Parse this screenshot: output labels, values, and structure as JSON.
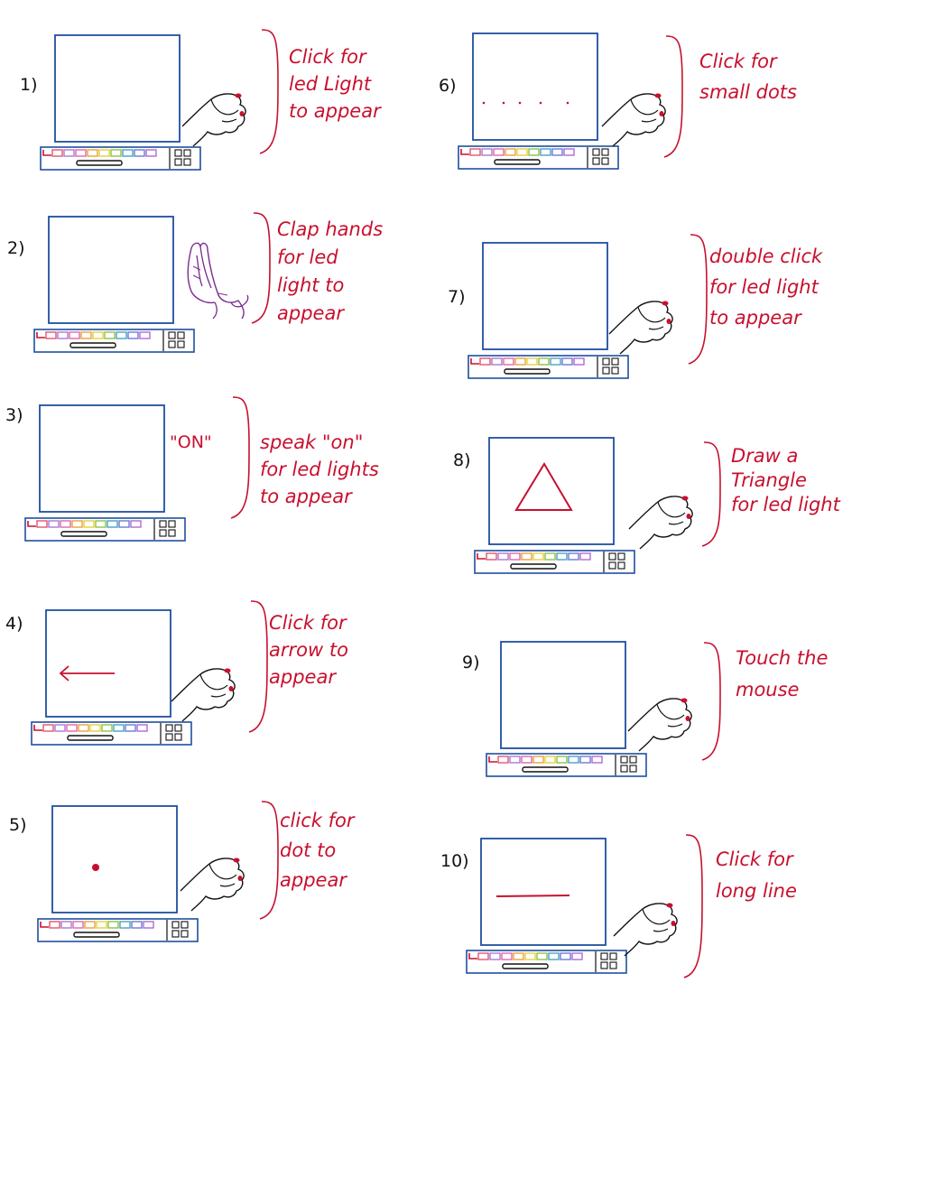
{
  "colors": {
    "screen": "#1f4fa0",
    "ink": "#c8102e",
    "pen": "#111111",
    "clap": "#7b2b8f"
  },
  "key_colors": [
    "#e0566f",
    "#a77ad6",
    "#e066a8",
    "#e8a23c",
    "#e7cf3e",
    "#8fc24a",
    "#4aa3c2",
    "#6d7ad6",
    "#b06ad6"
  ],
  "panels": [
    {
      "id": 1,
      "number": "1)",
      "lines": [
        "Click for",
        "led Light",
        "to appear"
      ],
      "gesture": "pointing-hand",
      "screen": "blank"
    },
    {
      "id": 2,
      "number": "2)",
      "lines": [
        "Clap hands",
        "for led",
        "light  to",
        "appear"
      ],
      "gesture": "clapping-hands",
      "screen": "blank"
    },
    {
      "id": 3,
      "number": "3)",
      "lines": [
        "speak \"on\"",
        "for led lights",
        "to appear"
      ],
      "gesture": "speech",
      "quote": "\"ON\"",
      "screen": "blank"
    },
    {
      "id": 4,
      "number": "4)",
      "lines": [
        "Click for",
        "arrow to",
        "appear"
      ],
      "gesture": "pointing-hand",
      "screen": "arrow"
    },
    {
      "id": 5,
      "number": "5)",
      "lines": [
        "click for",
        "dot to",
        "appear"
      ],
      "gesture": "pointing-hand",
      "screen": "dot"
    },
    {
      "id": 6,
      "number": "6)",
      "lines": [
        "Click for",
        "small dots"
      ],
      "gesture": "pointing-hand",
      "screen": "small-dots"
    },
    {
      "id": 7,
      "number": "7)",
      "lines": [
        "double click",
        "for led light",
        "to appear"
      ],
      "gesture": "pointing-hand",
      "screen": "blank"
    },
    {
      "id": 8,
      "number": "8)",
      "lines": [
        "Draw a",
        "Triangle",
        "for led light"
      ],
      "gesture": "pointing-hand",
      "screen": "triangle"
    },
    {
      "id": 9,
      "number": "9)",
      "lines": [
        "Touch the",
        "mouse"
      ],
      "gesture": "pointing-hand",
      "screen": "blank"
    },
    {
      "id": 10,
      "number": "10)",
      "lines": [
        "Click for",
        "long line"
      ],
      "gesture": "pointing-hand",
      "screen": "line"
    }
  ]
}
